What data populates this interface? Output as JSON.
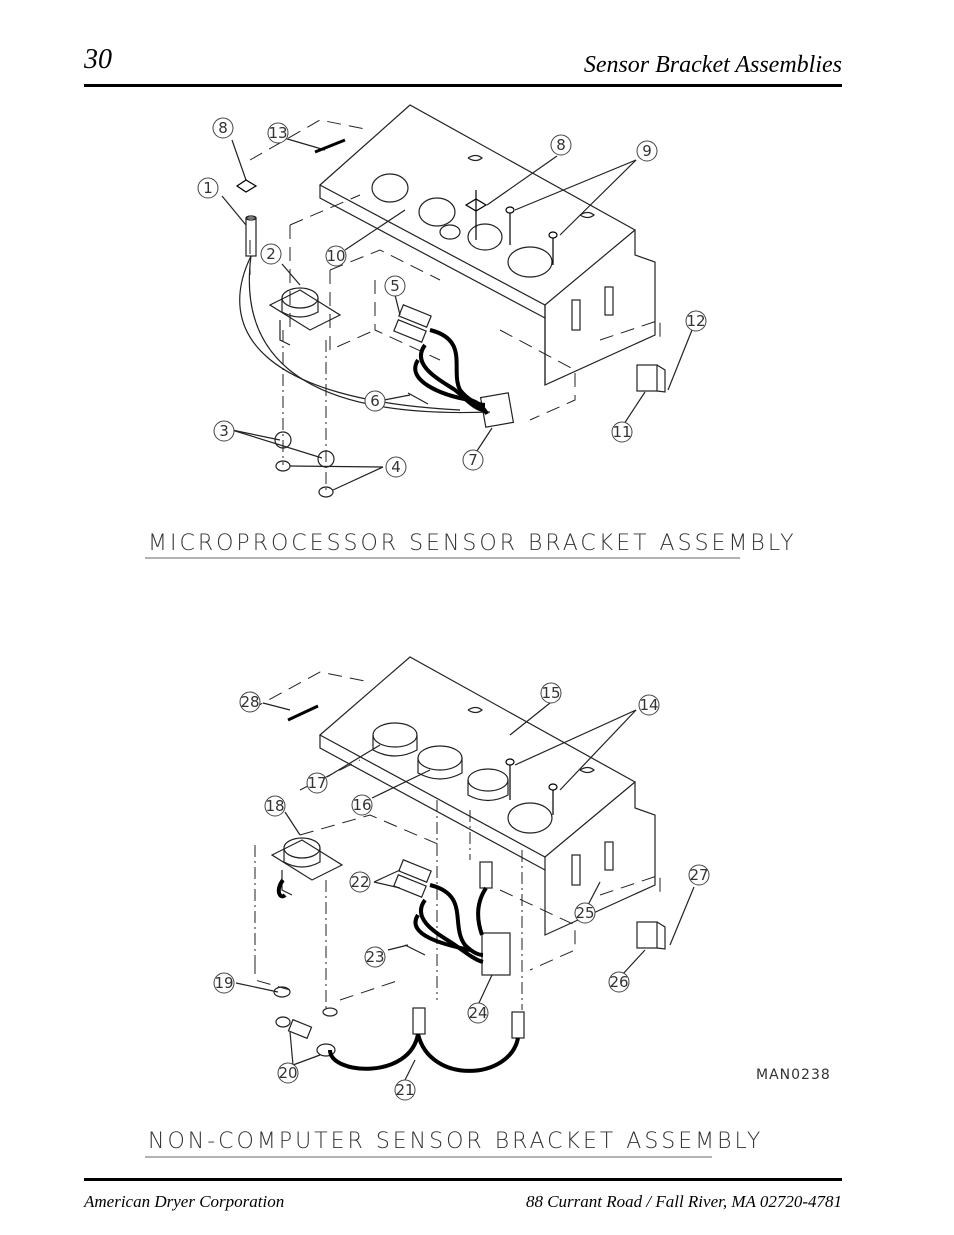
{
  "header": {
    "page_number": "30",
    "section_title": "Sensor Bracket Assemblies"
  },
  "diagram_1": {
    "caption": "MICROPROCESSOR SENSOR BRACKET ASSEMBLY",
    "callouts": [
      "8",
      "13",
      "1",
      "8",
      "9",
      "2",
      "10",
      "5",
      "12",
      "6",
      "3",
      "4",
      "7",
      "11"
    ]
  },
  "diagram_2": {
    "caption": "NON-COMPUTER SENSOR BRACKET ASSEMBLY",
    "drawing_code": "MAN0238",
    "callouts": [
      "15",
      "14",
      "28",
      "17",
      "16",
      "18",
      "22",
      "27",
      "25",
      "23",
      "19",
      "26",
      "24",
      "20",
      "21"
    ]
  },
  "footer": {
    "company": "American Dryer Corporation",
    "address": "88 Currant Road / Fall River, MA 02720-4781"
  }
}
